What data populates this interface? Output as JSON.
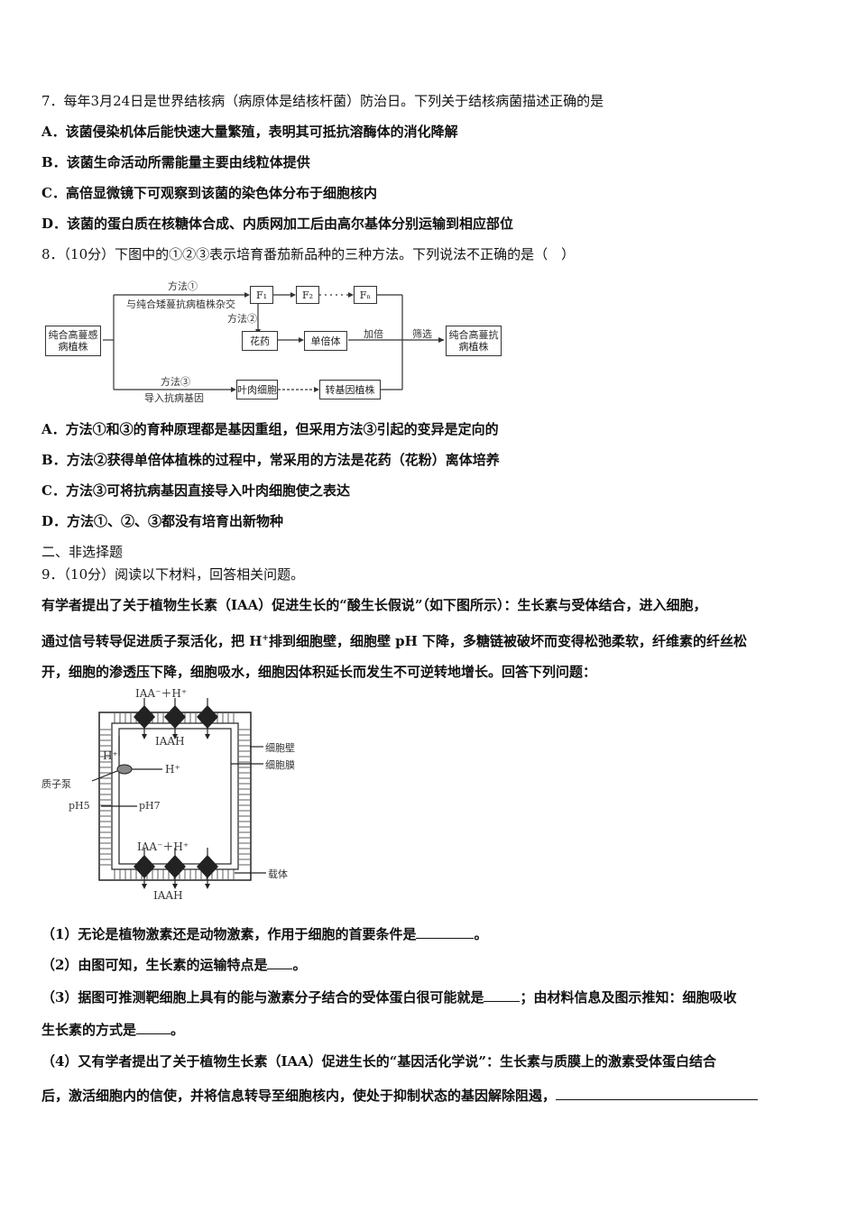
{
  "q7": {
    "stem": "7．每年3月24日是世界结核病（病原体是结核杆菌）防治日。下列关于结核病菌描述正确的是",
    "options": [
      {
        "key": "A．",
        "text": "该菌侵染机体后能快速大量繁殖，表明其可抵抗溶酶体的消化降解"
      },
      {
        "key": "B．",
        "text": "该菌生命活动所需能量主要由线粒体提供"
      },
      {
        "key": "C．",
        "text": "高倍显微镜下可观察到该菌的染色体分布于细胞核内"
      },
      {
        "key": "D．",
        "text": "该菌的蛋白质在核糖体合成、内质网加工后由高尔基体分别运输到相应部位"
      }
    ]
  },
  "q8": {
    "stem": "8．（10分）下图中的①②③表示培育番茄新品种的三种方法。下列说法不正确的是（　）",
    "diagram": {
      "start": "纯合高蔓感病植株",
      "method1": "方法①",
      "method1_desc": "与纯合矮蔓抗病植株杂交",
      "f1": "F₁",
      "f2": "F₂",
      "dots": "· · · ·",
      "fn": "Fₙ",
      "method2": "方法②",
      "anther": "花药",
      "haploid": "单倍体",
      "double": "加倍",
      "select": "筛选",
      "result": "纯合高蔓抗病植株",
      "method3": "方法③",
      "method3_desc": "导入抗病基因",
      "mesophyll": "叶肉细胞",
      "transgenic": "转基因植株"
    },
    "options": [
      {
        "key": "A．",
        "text": "方法①和③的育种原理都是基因重组，但采用方法③引起的变异是定向的"
      },
      {
        "key": "B．",
        "text": "方法②获得单倍体植株的过程中，常采用的方法是花药（花粉）离体培养"
      },
      {
        "key": "C．",
        "text": "方法③可将抗病基因直接导入叶肉细胞使之表达"
      },
      {
        "key": "D．",
        "text": "方法①、②、③都没有培育出新物种"
      }
    ]
  },
  "section2": "二、非选择题",
  "q9": {
    "stem": "9．（10分）阅读以下材料，回答相关问题。",
    "para_line1": "有学者提出了关于植物生长素（IAA）促进生长的“酸生长假说”（如下图所示）：生长素与受体结合，进入细胞，",
    "para_line2a": "通过信号转导促进质子泵活化，把 H",
    "para_line2_sup": "+",
    "para_line2b": "排到细胞壁，细胞壁 pH 下降，多糖链被破坏而变得松弛柔软，纤维素的纤丝松",
    "para_line3": "开，细胞的渗透压下降，细胞吸水，细胞因体积延长而发生不可逆转地增长。回答下列问题：",
    "diagram": {
      "top_label": "IAA⁻＋H⁺",
      "top_inner": "IAAH",
      "cell_wall": "细胞壁",
      "cell_membrane": "细胞膜",
      "h_plus_out": "H⁺",
      "h_plus_in": "H⁺",
      "proton_pump": "质子泵",
      "ph_out": "pH5",
      "ph_in": "pH7",
      "bottom_label": "IAA⁻＋H⁺",
      "carrier": "载体",
      "bottom_inner": "IAAH"
    },
    "sub1_a": "（1）无论是植物激素还是动物激素，作用于细胞的首要条件是",
    "sub1_b": "。",
    "sub2_a": "（2）由图可知，生长素的运输特点是",
    "sub2_b": "。",
    "sub3_a": "（3）据图可推测靶细胞上具有的能与激素分子结合的受体蛋白很可能就是",
    "sub3_b": "；由材料信息及图示推知：细胞吸收",
    "sub3_c": "生长素的方式是",
    "sub3_d": "。",
    "sub4_a": "（4）又有学者提出了关于植物生长素（IAA）促进生长的“基因活化学说”：生长素与质膜上的激素受体蛋白结合",
    "sub4_b": "后，激活细胞内的信使，并将信息转导至细胞核内，使处于抑制状态的基因解除阻遏，"
  }
}
